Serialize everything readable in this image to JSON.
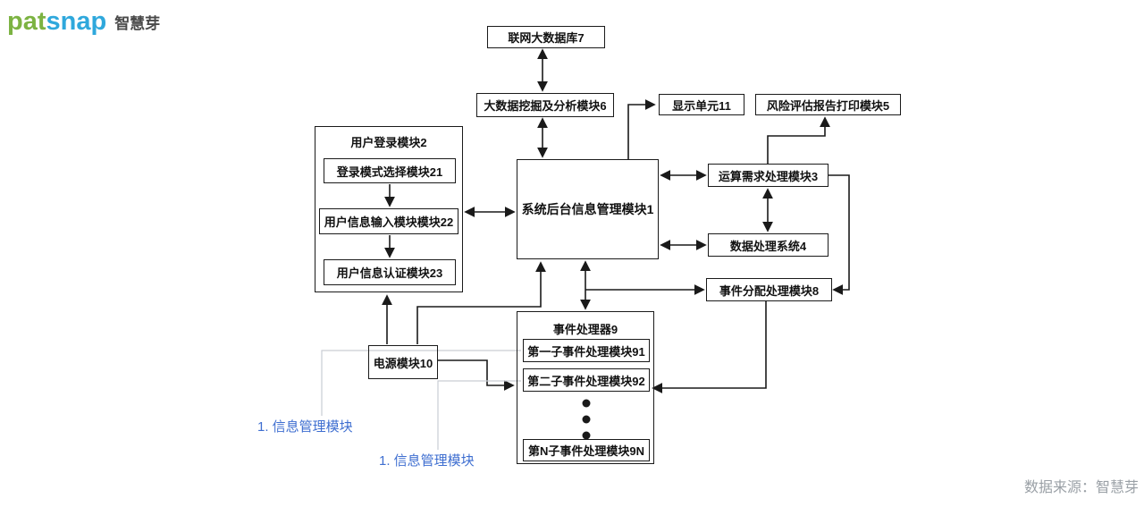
{
  "header": {
    "logo": {
      "pat": "pat",
      "snap": "snap",
      "suffix": "智慧芽"
    }
  },
  "diagram": {
    "boxes": {
      "db7": "联网大数据库7",
      "mining6": "大数据挖掘及分析模块6",
      "display11": "显示单元11",
      "print5": "风险评估报告打印模块5",
      "login2": "用户登录模块2",
      "login21": "登录模式选择模块21",
      "login22": "用户信息输入模块模块22",
      "login23": "用户信息认证模块23",
      "center1": "系统后台信息管理模块1",
      "compute3": "运算需求处理模块3",
      "data4": "数据处理系统4",
      "dispatch8": "事件分配处理模块8",
      "processor9": "事件处理器9",
      "sub91": "第一子事件处理模块91",
      "sub92": "第二子事件处理模块92",
      "sub9n": "第N子事件处理模块9N",
      "power10": "电源模块10"
    },
    "annotations": [
      {
        "label": "1. 信息管理模块"
      },
      {
        "label": "1. 信息管理模块"
      }
    ]
  },
  "footer": {
    "source": "数据来源：智慧芽"
  },
  "colors": {
    "logoGreen": "#7cb342",
    "logoBlue": "#2fa8dc",
    "logoText": "#4a4a4a",
    "annotationBlue": "#3e6ed0",
    "leaderGray": "#c9cdd4",
    "ink": "#1a1a1a",
    "sourceGray": "#9aa0a6"
  }
}
